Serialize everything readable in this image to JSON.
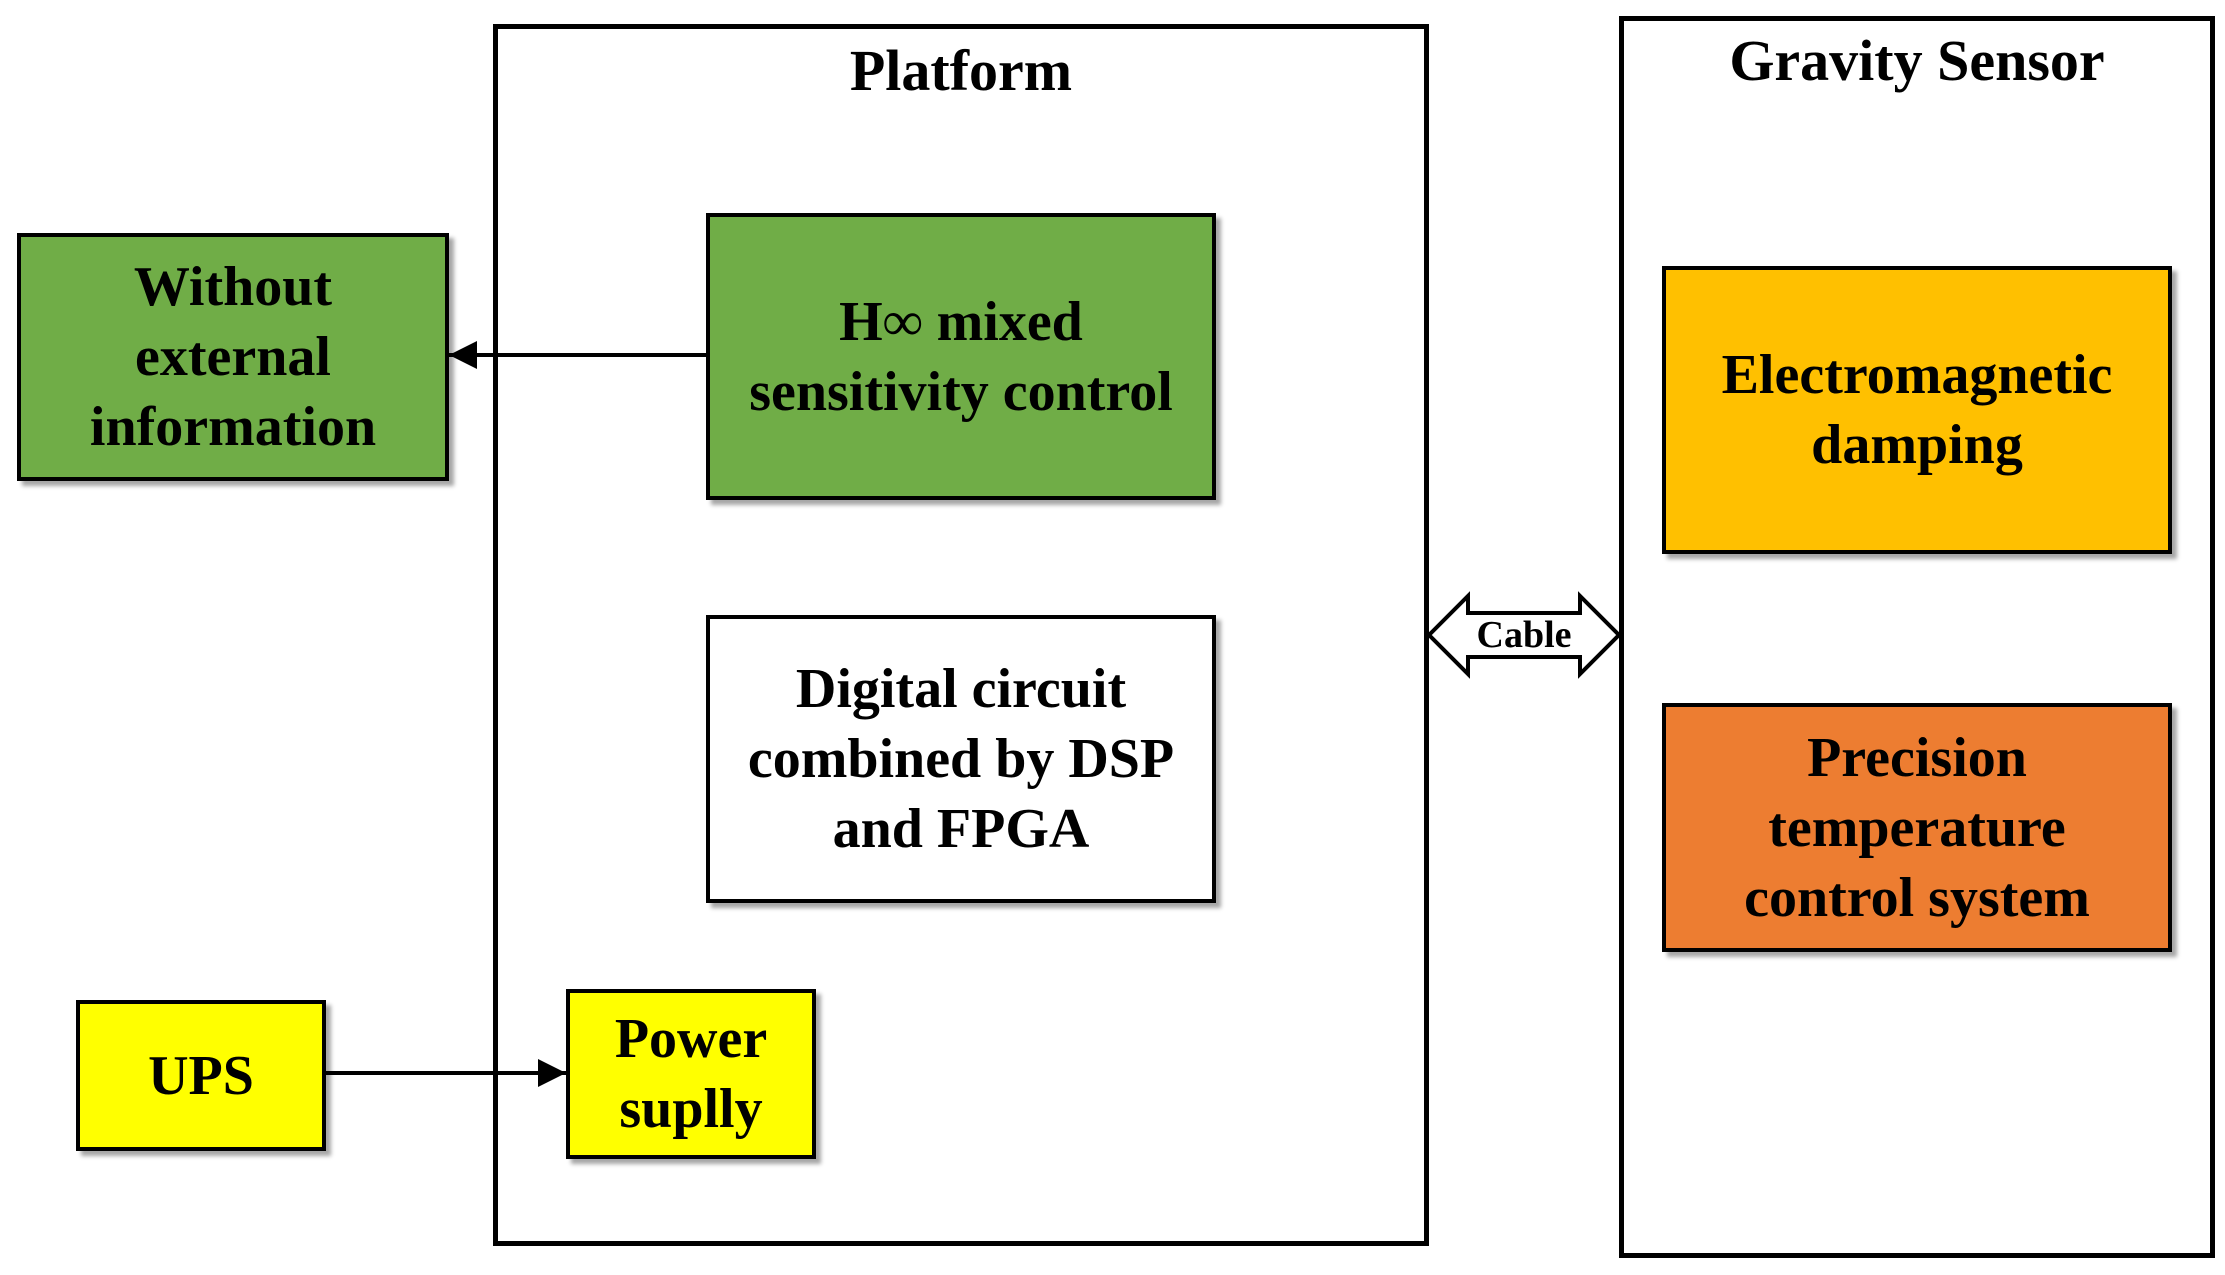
{
  "platform": {
    "title": "Platform",
    "control_block": "H∞ mixed\nsensitivity control",
    "digital_block": "Digital circuit\ncombined by DSP\nand FPGA",
    "power_block": "Power\nsuplly"
  },
  "external": {
    "info_block": "Without\nexternal\ninformation",
    "ups_block": "UPS"
  },
  "gravity_sensor": {
    "title": "Gravity Sensor",
    "damping_block": "Electromagnetic\ndamping",
    "temperature_block": "Precision\ntemperature\ncontrol system"
  },
  "connectors": {
    "cable_label": "Cable"
  },
  "colors": {
    "green": "#70ad47",
    "yellow": "#ffff00",
    "amber": "#ffc000",
    "orange": "#ed7d31",
    "white": "#ffffff",
    "stroke": "#000000"
  }
}
